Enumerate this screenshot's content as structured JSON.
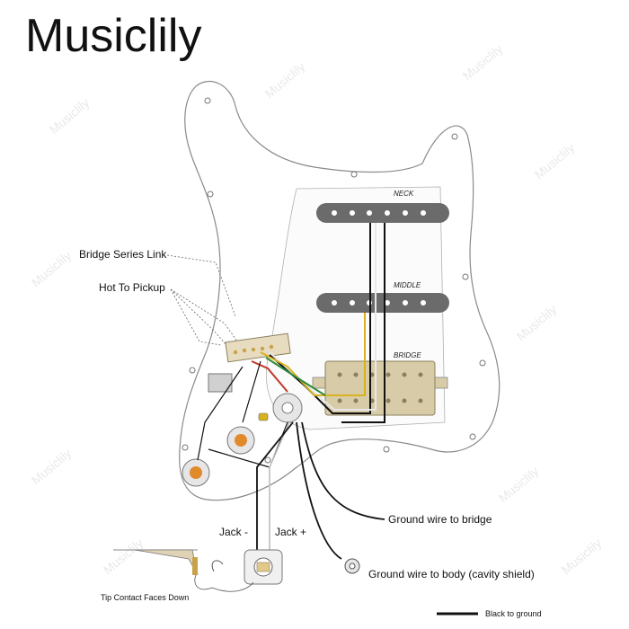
{
  "brand": {
    "title": "Musiclily"
  },
  "watermark": {
    "text": "Musiclily"
  },
  "pickups": {
    "neck": "NECK",
    "middle": "MIDDLE",
    "bridge": "BRIDGE"
  },
  "callouts": {
    "bridge_series_link": "Bridge Series Link",
    "hot_to_pickup": "Hot To Pickup",
    "ground_wire_bridge": "Ground wire to bridge",
    "ground_wire_body": "Ground wire to body (cavity shield)",
    "jack_minus": "Jack -",
    "jack_plus": "Jack +",
    "tip_contact": "Tip Contact Faces Down"
  },
  "legend": {
    "black_to_ground": "Black to ground"
  },
  "colors": {
    "pickguard": "#ffffff",
    "pickguard_outline": "#8a8a8a",
    "single_coil": "#6b6b6b",
    "humbucker": "#d8cba8",
    "pot": "#e08a2c",
    "wire_black": "#111111",
    "wire_white": "#e8e8e8",
    "wire_yellow": "#d9b21f",
    "wire_red": "#c0392b",
    "wire_green": "#2f8a3a"
  }
}
